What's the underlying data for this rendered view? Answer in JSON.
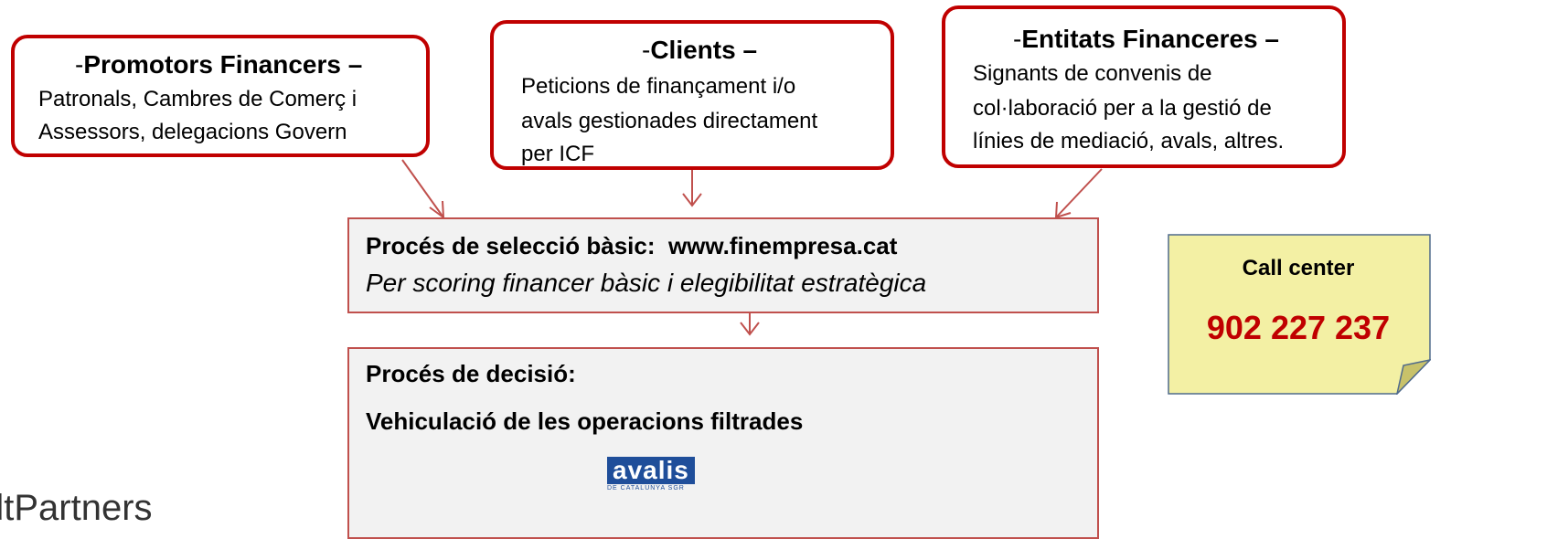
{
  "boxes": {
    "promotors": {
      "title": "Promotors Financers",
      "lines": [
        "Patronals, Cambres de Comerç i",
        "Assessors, delegacions Govern"
      ]
    },
    "clients": {
      "title": "Clients",
      "lines": [
        "Peticions de finançament i/o",
        "avals gestionades directament",
        "per ICF"
      ]
    },
    "entitats": {
      "title": "Entitats Financeres",
      "lines": [
        "Signants de convenis de",
        "col·laboració per a la gestió de",
        "línies de mediació, avals, altres."
      ]
    }
  },
  "seleccio": {
    "title": "Procés de selecció bàsic:  www.finempresa.cat",
    "subtitle": "Per scoring financer bàsic i elegibilitat estratègica"
  },
  "decisio": {
    "title": "Procés de decisió:",
    "line": "Vehiculació de les operacions filtrades",
    "logo_text": "avalis",
    "logo_sub": "DE CATALUNYA SGR"
  },
  "call_center": {
    "label": "Call center",
    "phone": "902 227 237"
  },
  "corner_logo_text": "dtPartners",
  "colors": {
    "box_border": "#c00000",
    "arrow": "#c0504d",
    "phone": "#c00000",
    "sticky_fill": "#f3f0a4",
    "logo_blue": "#1f4e9a"
  }
}
